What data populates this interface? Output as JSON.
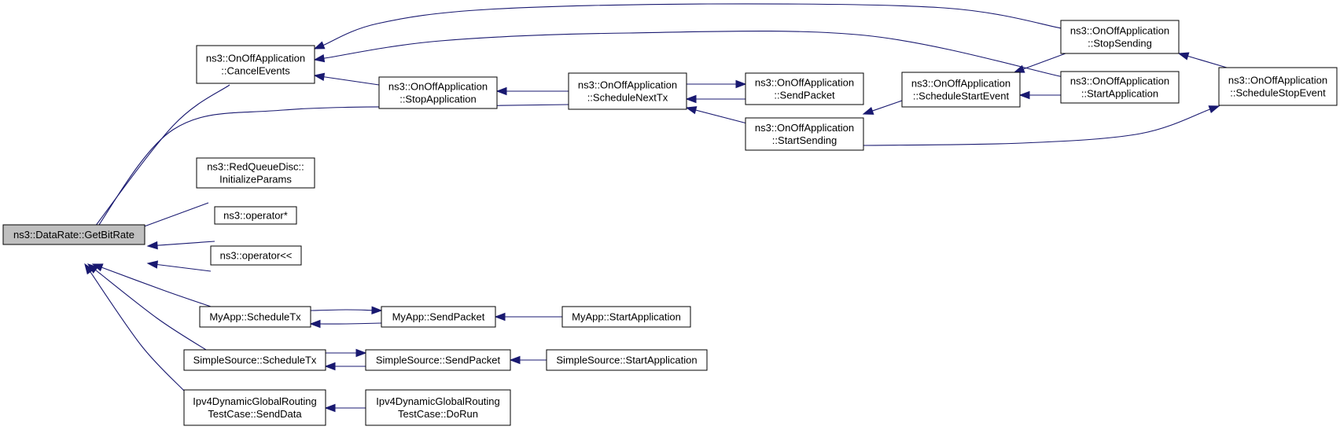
{
  "diagram": {
    "nodes": [
      {
        "id": "getbitrate",
        "lines": [
          "ns3::DataRate::GetBitRate"
        ]
      },
      {
        "id": "cancelevents",
        "lines": [
          "ns3::OnOffApplication",
          "::CancelEvents"
        ]
      },
      {
        "id": "stopapplication",
        "lines": [
          "ns3::OnOffApplication",
          "::StopApplication"
        ]
      },
      {
        "id": "schedulenexttx",
        "lines": [
          "ns3::OnOffApplication",
          "::ScheduleNextTx"
        ]
      },
      {
        "id": "onoff-sendpacket",
        "lines": [
          "ns3::OnOffApplication",
          "::SendPacket"
        ]
      },
      {
        "id": "startsending",
        "lines": [
          "ns3::OnOffApplication",
          "::StartSending"
        ]
      },
      {
        "id": "schedulestartevent",
        "lines": [
          "ns3::OnOffApplication",
          "::ScheduleStartEvent"
        ]
      },
      {
        "id": "stopsending",
        "lines": [
          "ns3::OnOffApplication",
          "::StopSending"
        ]
      },
      {
        "id": "onoff-startapplication",
        "lines": [
          "ns3::OnOffApplication",
          "::StartApplication"
        ]
      },
      {
        "id": "schedulestopevent",
        "lines": [
          "ns3::OnOffApplication",
          "::ScheduleStopEvent"
        ]
      },
      {
        "id": "initializeparams",
        "lines": [
          "ns3::RedQueueDisc::",
          "InitializeParams"
        ]
      },
      {
        "id": "operator-mul",
        "lines": [
          "ns3::operator*"
        ]
      },
      {
        "id": "operator-shift",
        "lines": [
          "ns3::operator<<"
        ]
      },
      {
        "id": "myapp-scheduletx",
        "lines": [
          "MyApp::ScheduleTx"
        ]
      },
      {
        "id": "myapp-sendpacket",
        "lines": [
          "MyApp::SendPacket"
        ]
      },
      {
        "id": "myapp-startapplication",
        "lines": [
          "MyApp::StartApplication"
        ]
      },
      {
        "id": "simplesource-scheduletx",
        "lines": [
          "SimpleSource::ScheduleTx"
        ]
      },
      {
        "id": "simplesource-sendpacket",
        "lines": [
          "SimpleSource::SendPacket"
        ]
      },
      {
        "id": "simplesource-startapplication",
        "lines": [
          "SimpleSource::StartApplication"
        ]
      },
      {
        "id": "ipv4-senddata",
        "lines": [
          "Ipv4DynamicGlobalRouting",
          "TestCase::SendData"
        ]
      },
      {
        "id": "ipv4-dorun",
        "lines": [
          "Ipv4DynamicGlobalRouting",
          "TestCase::DoRun"
        ]
      }
    ],
    "edges": [
      {
        "from": "cancelevents",
        "to": "getbitrate"
      },
      {
        "from": "schedulenexttx",
        "to": "getbitrate"
      },
      {
        "from": "initializeparams",
        "to": "getbitrate"
      },
      {
        "from": "operator-mul",
        "to": "getbitrate"
      },
      {
        "from": "operator-shift",
        "to": "getbitrate"
      },
      {
        "from": "myapp-scheduletx",
        "to": "getbitrate"
      },
      {
        "from": "simplesource-scheduletx",
        "to": "getbitrate"
      },
      {
        "from": "ipv4-senddata",
        "to": "getbitrate"
      },
      {
        "from": "stopapplication",
        "to": "cancelevents"
      },
      {
        "from": "stopsending",
        "to": "cancelevents"
      },
      {
        "from": "onoff-startapplication",
        "to": "cancelevents"
      },
      {
        "from": "schedulenexttx",
        "to": "stopapplication"
      },
      {
        "from": "onoff-sendpacket",
        "to": "schedulenexttx"
      },
      {
        "from": "schedulenexttx",
        "to": "onoff-sendpacket"
      },
      {
        "from": "startsending",
        "to": "schedulenexttx"
      },
      {
        "from": "schedulestartevent",
        "to": "startsending"
      },
      {
        "from": "stopsending",
        "to": "schedulestartevent"
      },
      {
        "from": "onoff-startapplication",
        "to": "schedulestartevent"
      },
      {
        "from": "startsending",
        "to": "schedulestopevent"
      },
      {
        "from": "schedulestopevent",
        "to": "stopsending"
      },
      {
        "from": "myapp-sendpacket",
        "to": "myapp-scheduletx"
      },
      {
        "from": "myapp-scheduletx",
        "to": "myapp-sendpacket"
      },
      {
        "from": "myapp-startapplication",
        "to": "myapp-sendpacket"
      },
      {
        "from": "simplesource-sendpacket",
        "to": "simplesource-scheduletx"
      },
      {
        "from": "simplesource-scheduletx",
        "to": "simplesource-sendpacket"
      },
      {
        "from": "simplesource-startapplication",
        "to": "simplesource-sendpacket"
      },
      {
        "from": "ipv4-dorun",
        "to": "ipv4-senddata"
      }
    ],
    "colors": {
      "edge": "#191970",
      "node_fill": "#ffffff",
      "root_fill": "#bfbfbf",
      "border": "#000000"
    }
  }
}
